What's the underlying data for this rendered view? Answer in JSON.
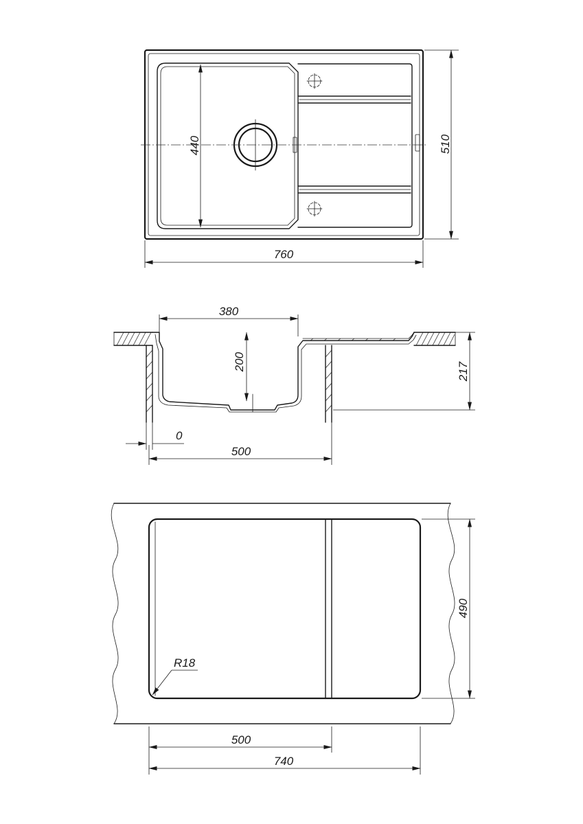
{
  "top_view": {
    "width_label": "760",
    "height_label": "510",
    "bowl_label": "440"
  },
  "section_view": {
    "bowl_width_label": "380",
    "depth_label": "200",
    "total_height_label": "217",
    "offset_label": "0",
    "cabinet_label": "500"
  },
  "cutout_view": {
    "height_label": "490",
    "radius_label": "R18",
    "cabinet_label": "500",
    "width_label": "740"
  }
}
